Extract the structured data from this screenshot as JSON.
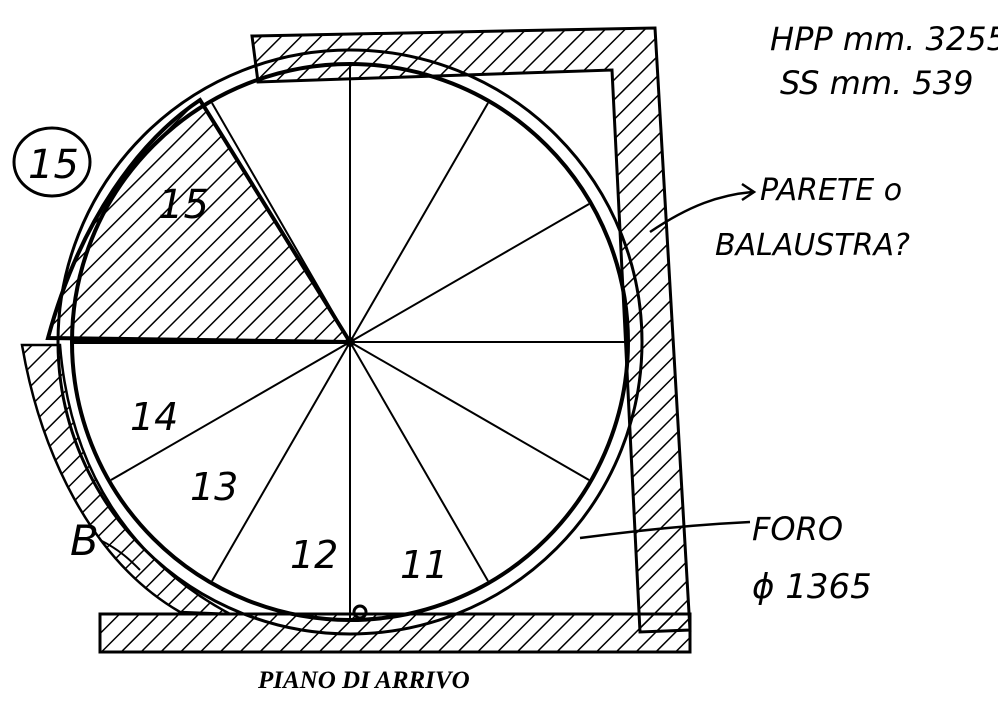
{
  "notes": {
    "top_right_line1": "HPP mm. 3255",
    "top_right_line2": "SS mm. 539"
  },
  "labels": {
    "wall_question": "PARETE o BALAUSTRA?",
    "wall_question_line1": "PARETE o",
    "wall_question_line2": "BALAUSTRA?",
    "hole": "FORO",
    "hole_diameter": "ϕ 1365",
    "landing": "PIANO DI ARRIVO",
    "circled_step": "15",
    "b_mark": "B"
  },
  "steps": [
    {
      "number": "15",
      "hatched": true
    },
    {
      "number": "14",
      "hatched": false
    },
    {
      "number": "13",
      "hatched": false
    },
    {
      "number": "12",
      "hatched": false
    },
    {
      "number": "11",
      "hatched": false
    }
  ],
  "colors": {
    "ink": "#000000",
    "paper": "#ffffff"
  }
}
